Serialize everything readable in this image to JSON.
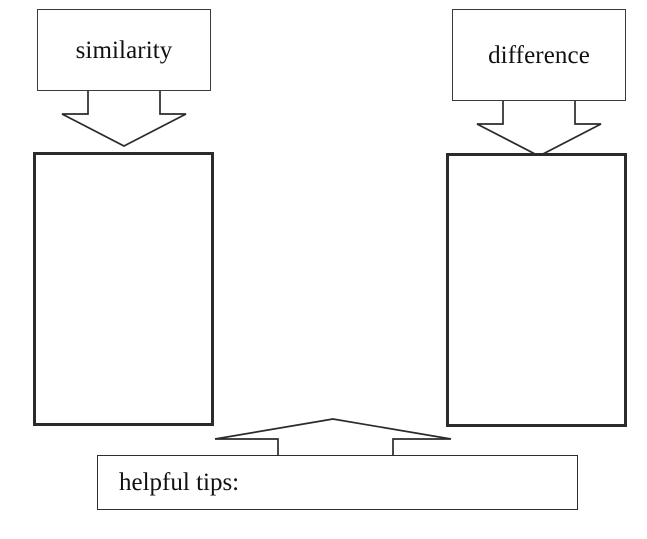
{
  "diagram": {
    "title": "comparison organizer",
    "background_color": "#ffffff",
    "line_color": "#2b2b2b",
    "text_color": "#111111",
    "nodes": {
      "left_label": {
        "text": "similarity"
      },
      "right_label": {
        "text": "difference"
      },
      "left_panel": {
        "text": ""
      },
      "right_panel": {
        "text": ""
      },
      "tips": {
        "text": "helpful tips:"
      }
    },
    "arrows": [
      {
        "name": "similarity-to-left-panel",
        "direction": "down"
      },
      {
        "name": "difference-to-right-panel",
        "direction": "down"
      },
      {
        "name": "panels-to-tips",
        "direction": "up"
      }
    ]
  }
}
